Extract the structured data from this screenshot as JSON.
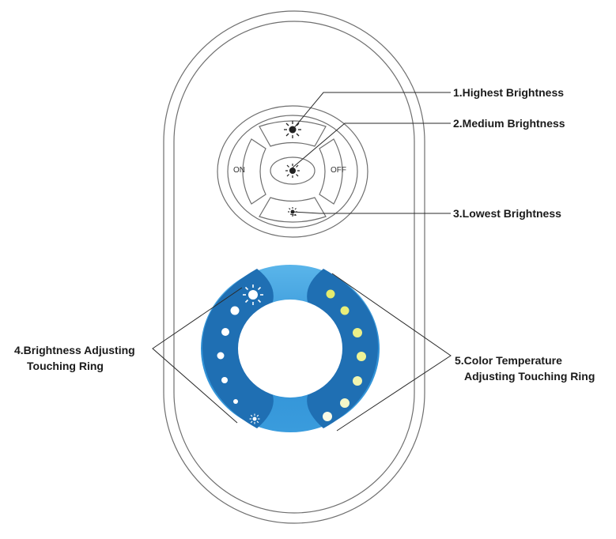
{
  "remote": {
    "on_label": "ON",
    "off_label": "OFF",
    "buttons": {
      "high": "high-brightness-sun-icon",
      "medium": "medium-brightness-sun-icon",
      "low": "low-brightness-sun-icon"
    }
  },
  "callouts": {
    "c1": "1.Highest Brightness",
    "c2": "2.Medium Brightness",
    "c3": "3.Lowest Brightness",
    "c4_line1": "4.Brightness Adjusting",
    "c4_line2": "Touching Ring",
    "c5_line1": "5.Color Temperature",
    "c5_line2": "Adjusting Touching Ring"
  },
  "colors": {
    "ring_blue": "#2f8fd4",
    "ring_dark": "#1f6fb3",
    "warm_dot": "#e8ee86",
    "white_dot": "#ffffff"
  }
}
